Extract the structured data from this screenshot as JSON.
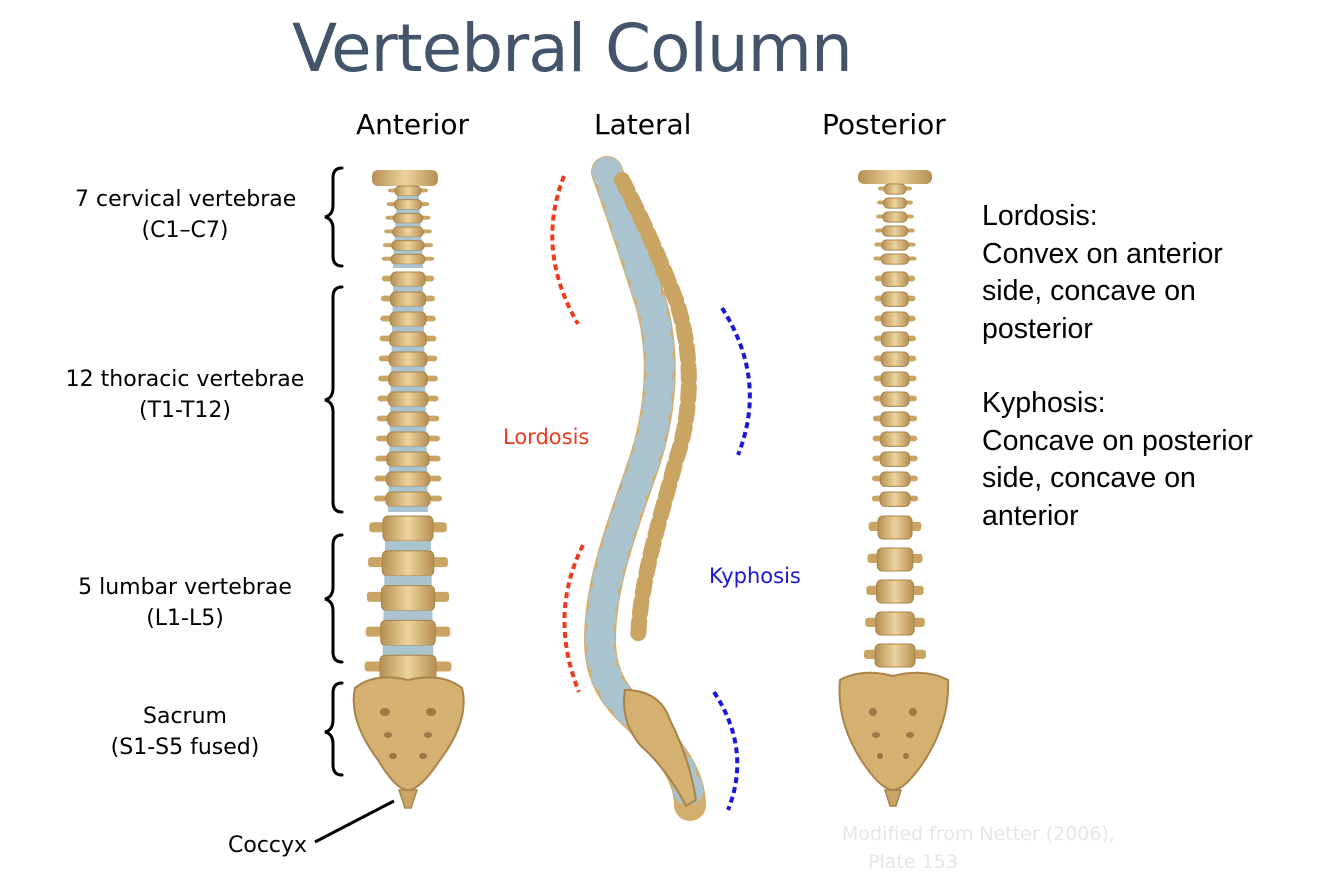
{
  "title": "Vertebral Column",
  "views": {
    "anterior": "Anterior",
    "lateral": "Lateral",
    "posterior": "Posterior"
  },
  "regions": [
    {
      "name": "7 cervical vertebrae",
      "range": "(C1–C7)"
    },
    {
      "name": "12 thoracic vertebrae",
      "range": "(T1-T12)"
    },
    {
      "name": "5 lumbar vertebrae",
      "range": "(L1-L5)"
    },
    {
      "name": "Sacrum",
      "range": "(S1-S5 fused)"
    }
  ],
  "coccyx_label": "Coccyx",
  "curve_labels": {
    "lordosis": "Lordosis",
    "kyphosis": "Kyphosis"
  },
  "notes": {
    "lordosis_heading": "Lordosis:",
    "lordosis_lines": [
      "Convex on anterior",
      "side, concave on",
      "posterior"
    ],
    "kyphosis_heading": "Kyphosis:",
    "kyphosis_lines": [
      "Concave on posterior",
      "side, concave on",
      "anterior"
    ]
  },
  "credit": [
    "Modified from Netter (2006),",
    "Plate 153"
  ],
  "colors": {
    "title": "#44546a",
    "lordosis": "#ee3b1e",
    "kyphosis": "#1a17d6",
    "bone": "#d9b97a",
    "bone_dark": "#a9844a",
    "disc": "#a9c3cf",
    "credit": "#e6e6e6"
  }
}
